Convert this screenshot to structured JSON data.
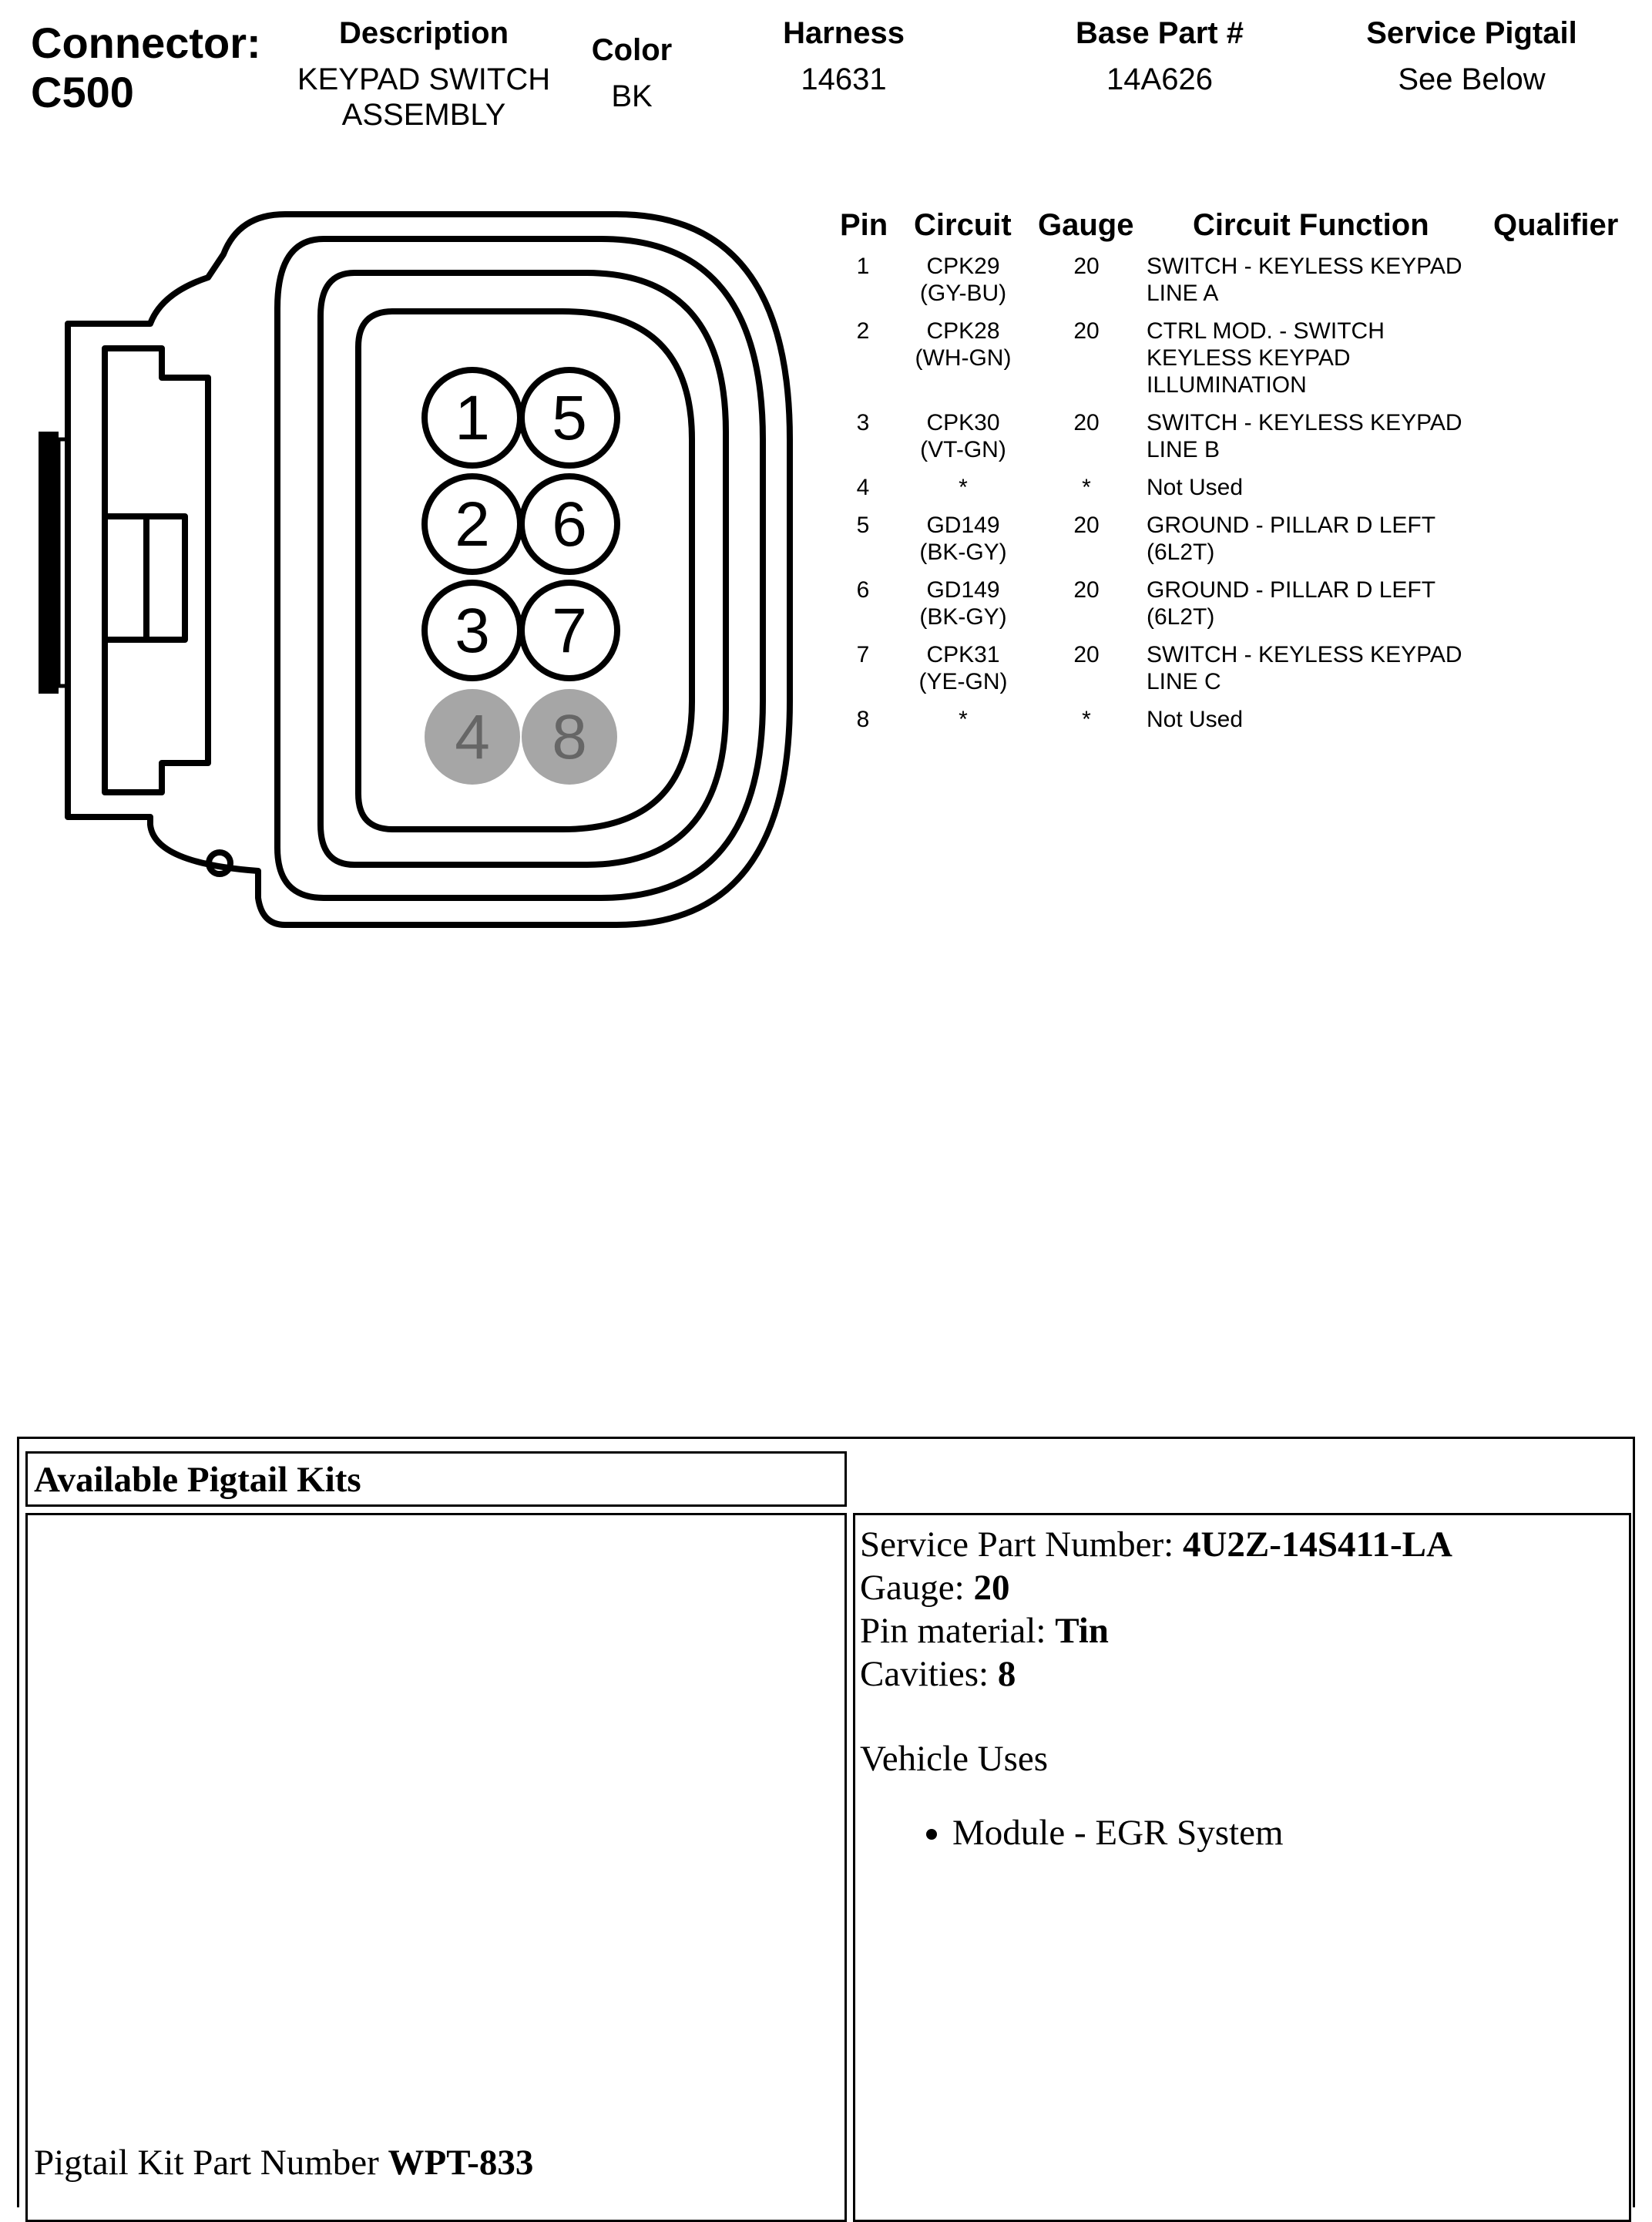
{
  "header": {
    "connector_label": "Connector:",
    "connector_id": "C500",
    "description_label": "Description",
    "description_line1": "KEYPAD SWITCH",
    "description_line2": "ASSEMBLY",
    "color_label": "Color",
    "color_value": "BK",
    "harness_label": "Harness",
    "harness_value": "14631",
    "base_part_label": "Base Part #",
    "base_part_value": "14A626",
    "service_pigtail_label": "Service Pigtail",
    "service_pigtail_value": "See Below"
  },
  "connector_pins": [
    {
      "number": "1",
      "used": true
    },
    {
      "number": "2",
      "used": true
    },
    {
      "number": "3",
      "used": true
    },
    {
      "number": "4",
      "used": false
    },
    {
      "number": "5",
      "used": true
    },
    {
      "number": "6",
      "used": true
    },
    {
      "number": "7",
      "used": true
    },
    {
      "number": "8",
      "used": false
    }
  ],
  "pin_table": {
    "headers": {
      "pin": "Pin",
      "circuit": "Circuit",
      "gauge": "Gauge",
      "function": "Circuit Function",
      "qualifier": "Qualifier"
    },
    "rows": [
      {
        "pin": "1",
        "circuit": "CPK29",
        "color": "(GY-BU)",
        "gauge": "20",
        "function_lines": [
          "SWITCH - KEYLESS KEYPAD",
          "LINE A"
        ]
      },
      {
        "pin": "2",
        "circuit": "CPK28",
        "color": "(WH-GN)",
        "gauge": "20",
        "function_lines": [
          "CTRL MOD. - SWITCH",
          "KEYLESS KEYPAD",
          "ILLUMINATION"
        ]
      },
      {
        "pin": "3",
        "circuit": "CPK30",
        "color": "(VT-GN)",
        "gauge": "20",
        "function_lines": [
          "SWITCH - KEYLESS KEYPAD",
          "LINE B"
        ]
      },
      {
        "pin": "4",
        "circuit": "*",
        "color": "",
        "gauge": "*",
        "function_lines": [
          "Not Used"
        ]
      },
      {
        "pin": "5",
        "circuit": "GD149",
        "color": "(BK-GY)",
        "gauge": "20",
        "function_lines": [
          "GROUND - PILLAR D LEFT",
          "(6L2T)"
        ]
      },
      {
        "pin": "6",
        "circuit": "GD149",
        "color": "(BK-GY)",
        "gauge": "20",
        "function_lines": [
          "GROUND - PILLAR D LEFT",
          "(6L2T)"
        ]
      },
      {
        "pin": "7",
        "circuit": "CPK31",
        "color": "(YE-GN)",
        "gauge": "20",
        "function_lines": [
          "SWITCH - KEYLESS KEYPAD",
          "LINE C"
        ]
      },
      {
        "pin": "8",
        "circuit": "*",
        "color": "",
        "gauge": "*",
        "function_lines": [
          "Not Used"
        ]
      }
    ]
  },
  "pigtail_kits": {
    "title": "Available Pigtail Kits",
    "kit_part_label": "Pigtail Kit Part Number ",
    "kit_part_value": "WPT-833",
    "service_part_label": "Service Part Number: ",
    "service_part_value": "4U2Z-14S411-LA",
    "gauge_label": "Gauge: ",
    "gauge_value": "20",
    "pin_material_label": "Pin material: ",
    "pin_material_value": "Tin",
    "cavities_label": "Cavities: ",
    "cavities_value": "8",
    "vehicle_uses_label": "Vehicle Uses",
    "vehicle_uses": [
      "Module - EGR System"
    ]
  },
  "colors": {
    "unused_pin_fill": "#a6a6a6",
    "unused_pin_text": "#666666",
    "line": "#000000"
  }
}
